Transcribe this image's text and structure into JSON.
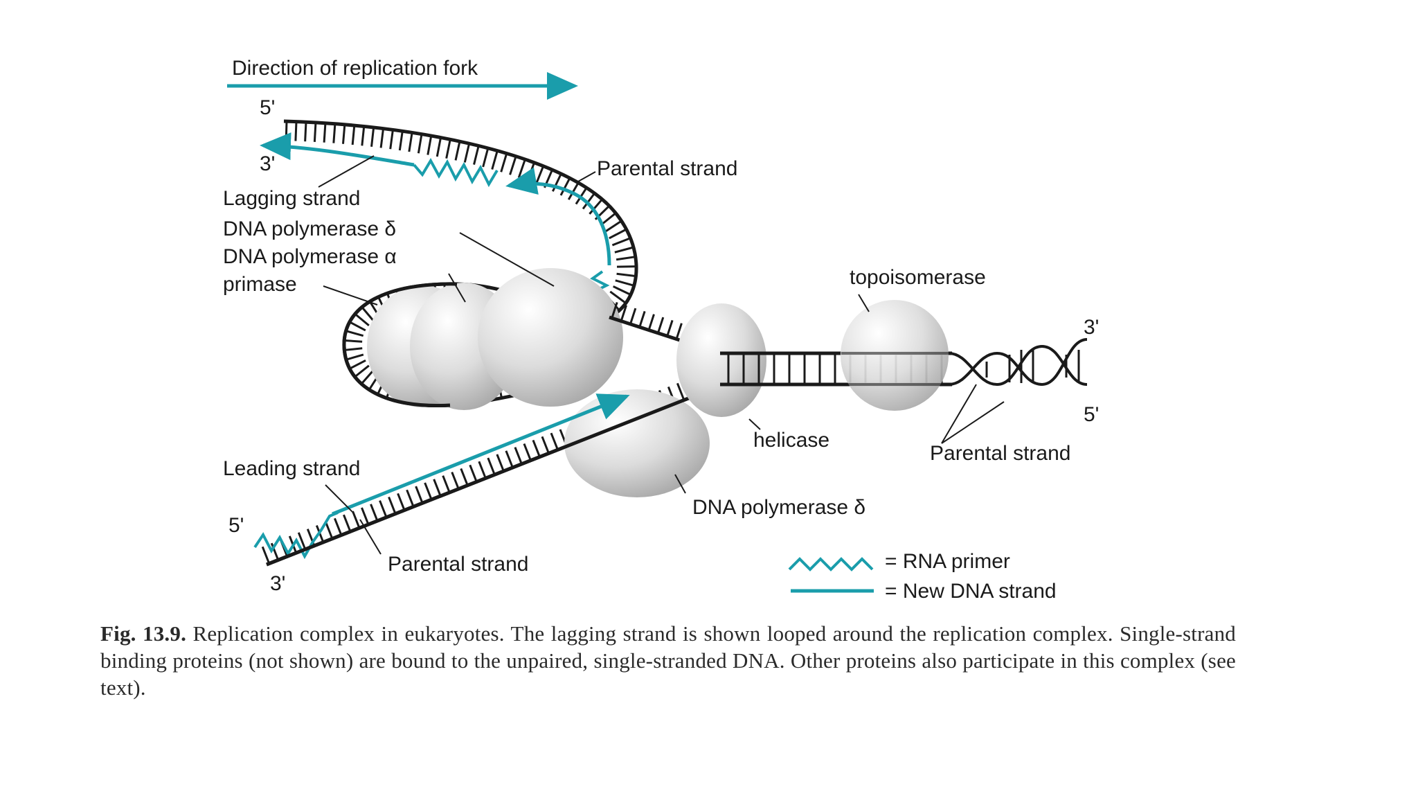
{
  "diagram": {
    "direction_label": "Direction of replication fork",
    "lagging_5prime": "5'",
    "lagging_3prime": "3'",
    "lagging_strand": "Lagging strand",
    "dna_pol_delta_top": "DNA polymerase δ",
    "dna_pol_alpha": "DNA polymerase α",
    "primase": "primase",
    "parental_top": "Parental strand",
    "topoisomerase": "topoisomerase",
    "right_3prime": "3'",
    "right_5prime": "5'",
    "helicase": "helicase",
    "parental_right": "Parental strand",
    "leading_strand": "Leading strand",
    "leading_5prime": "5'",
    "leading_3prime": "3'",
    "parental_bottom": "Parental strand",
    "dna_pol_delta_bottom": "DNA polymerase δ"
  },
  "legend": {
    "rna_primer": "= RNA primer",
    "new_dna": "= New DNA strand"
  },
  "caption": {
    "fig_number": "Fig. 13.9.",
    "text": "Replication complex in eukaryotes. The lagging strand is shown looped around the replication complex. Single-strand binding proteins (not shown) are bound to the unpaired, single-stranded DNA. Other proteins also participate in this complex (see text)."
  },
  "colors": {
    "new_strand": "#1a9dab",
    "parental_strand": "#1a1a1a",
    "protein": "#d8d8d8"
  }
}
